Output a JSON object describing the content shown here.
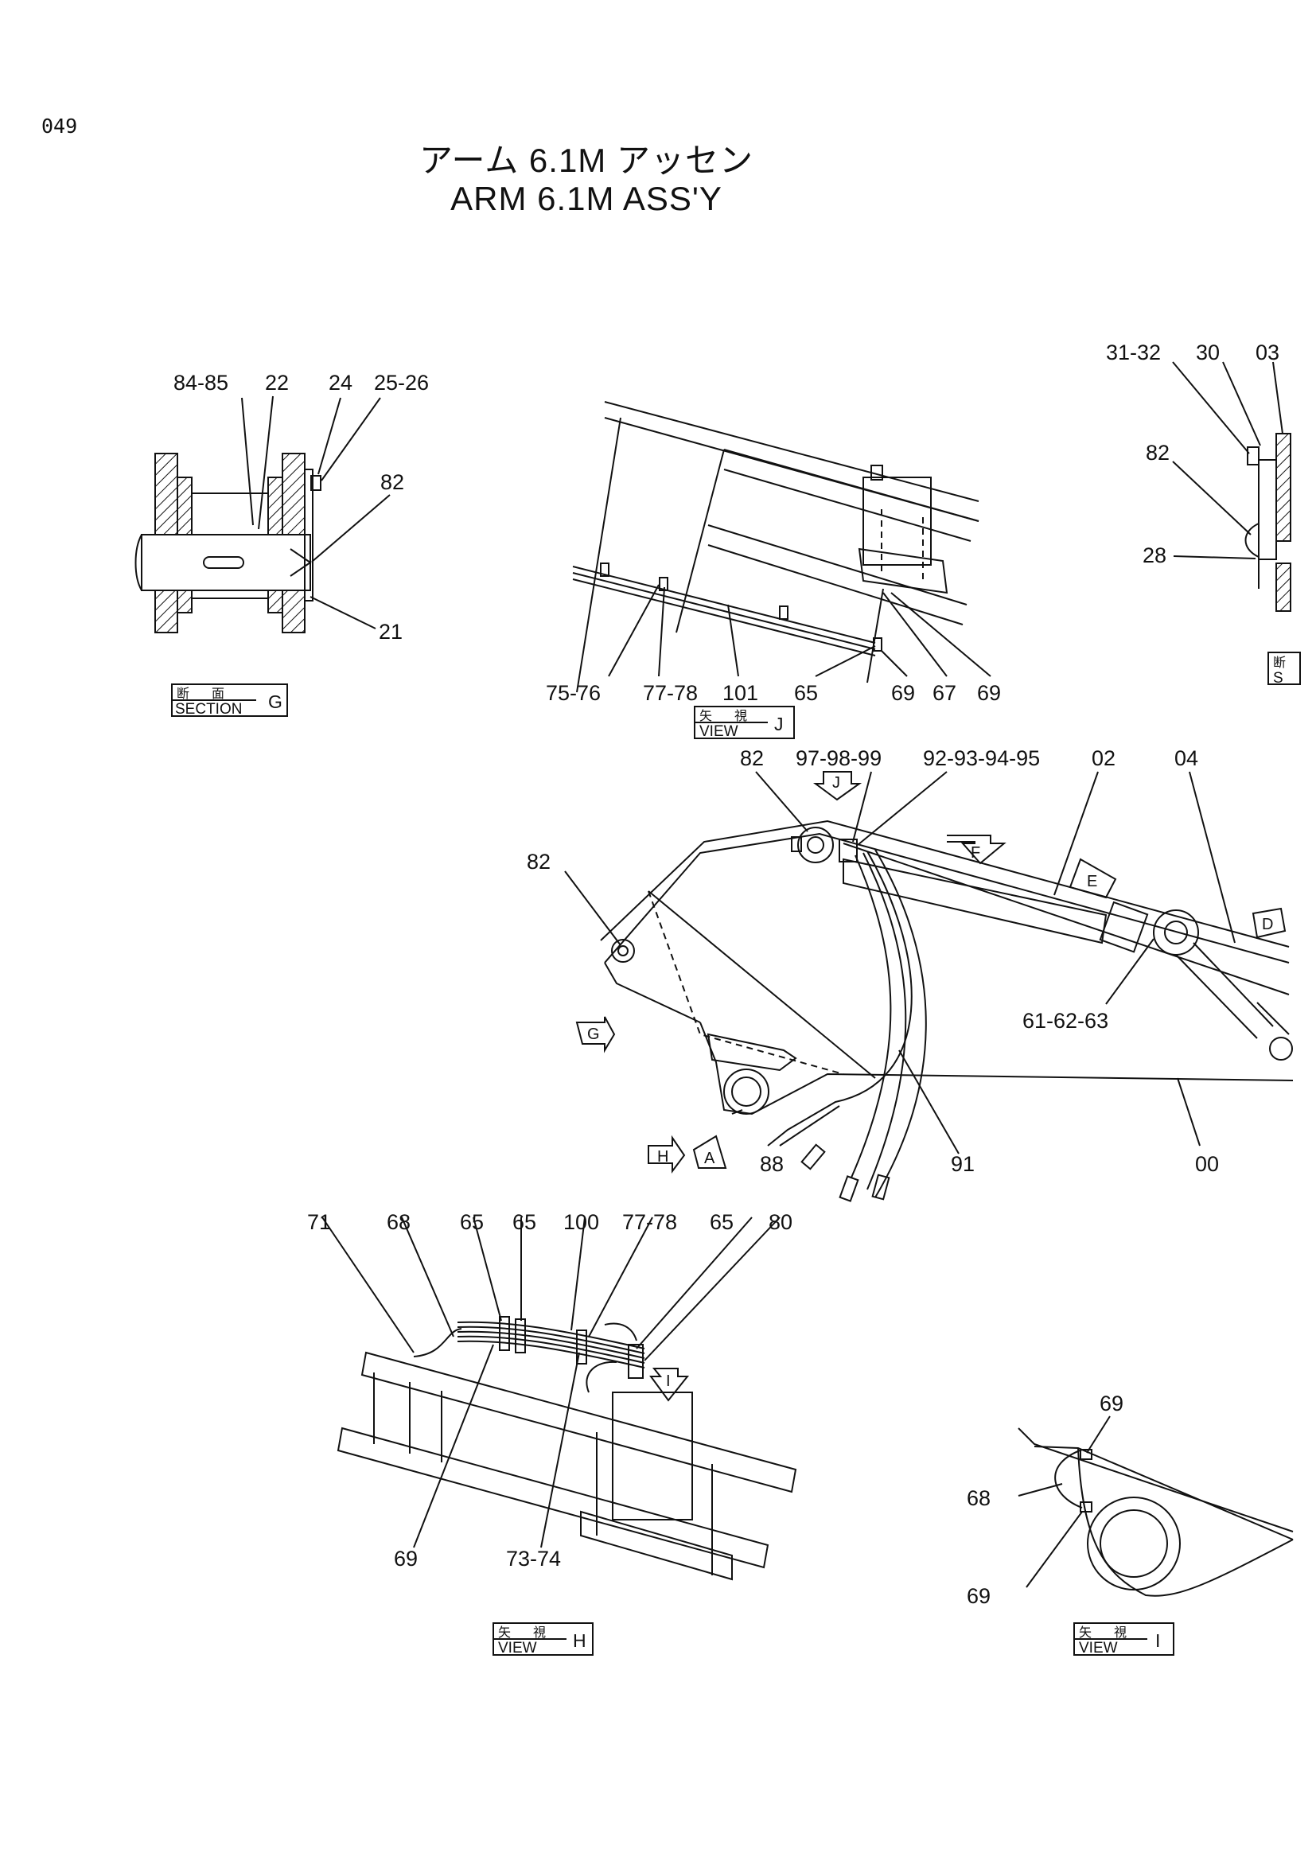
{
  "page_number": "049",
  "title": {
    "jp": "アーム 6.1M アッセン",
    "en": "ARM 6.1M ASS'Y"
  },
  "view_boxes": {
    "section_g": {
      "jp": "断　面",
      "en": "SECTION",
      "letter": "G"
    },
    "view_j": {
      "jp": "矢　視",
      "en": "VIEW",
      "letter": "J"
    },
    "view_h": {
      "jp": "矢　視",
      "en": "VIEW",
      "letter": "H"
    },
    "view_i": {
      "jp": "矢　視",
      "en": "VIEW",
      "letter": "I"
    },
    "section_s": {
      "jp": "断",
      "en": "S"
    }
  },
  "view_arrows": {
    "g": "G",
    "h": "H",
    "a": "A",
    "j": "J",
    "f": "F",
    "e": "E",
    "d": "D",
    "i": "I"
  },
  "part_labels": {
    "section_g": [
      "84-85",
      "22",
      "24",
      "25-26",
      "82",
      "21"
    ],
    "section_top_right": [
      "31-32",
      "30",
      "03",
      "82",
      "28"
    ],
    "view_j": [
      "75-76",
      "77-78",
      "101",
      "65",
      "69",
      "67",
      "69"
    ],
    "main_view": [
      "82",
      "97-98-99",
      "92-93-94-95",
      "02",
      "04",
      "82",
      "61-62-63",
      "88",
      "91",
      "00"
    ],
    "view_h": [
      "71",
      "68",
      "65",
      "65",
      "100",
      "77-78",
      "65",
      "80",
      "69",
      "73-74"
    ],
    "view_i": [
      "69",
      "68",
      "69"
    ]
  },
  "colors": {
    "ink": "#111111",
    "paper": "#ffffff"
  }
}
